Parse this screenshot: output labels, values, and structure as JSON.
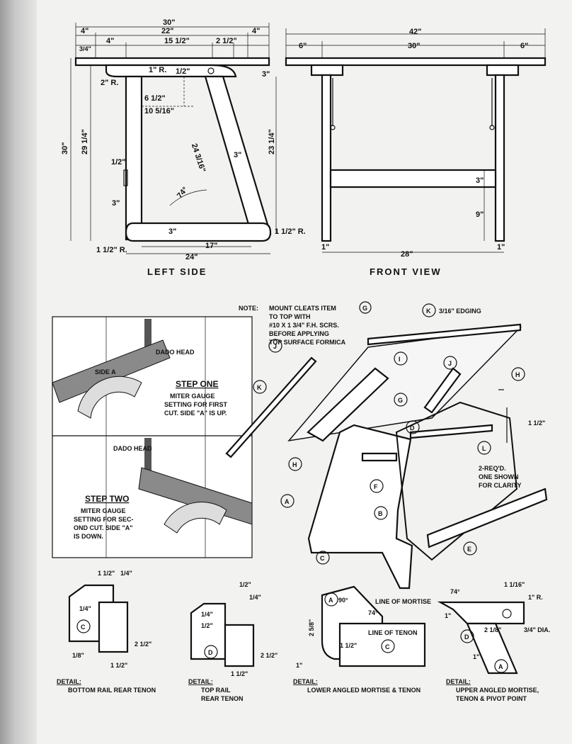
{
  "views": {
    "left_side": {
      "caption": "LEFT SIDE",
      "dims": {
        "d30": "30\"",
        "d4a": "4\"",
        "d22": "22\"",
        "d4b": "4\"",
        "d3q": "3/4\"",
        "d4c": "4\"",
        "d15h": "15 1/2\"",
        "d2h": "2 1/2\"",
        "d1r": "1\" R.",
        "dhalf": "1/2\"",
        "d2r": "2\" R.",
        "d3a": "3\"",
        "d6h": "6 1/2\"",
        "d10": "10 5/16\"",
        "d24": "24 3/16\"",
        "d3b": "3\"",
        "d30v": "30\"",
        "d29": "29 1/4\"",
        "d23": "23 1/4\"",
        "dhalf2": "1/2\"",
        "d74": "74°",
        "d3c": "3\"",
        "d3d": "3\"",
        "d15r": "1 1/2\" R.",
        "d17": "17\"",
        "d12r": "1 1/2\" R.",
        "d24b": "24\""
      }
    },
    "front_view": {
      "caption": "FRONT VIEW",
      "dims": {
        "d42": "42\"",
        "d6a": "6\"",
        "d30": "30\"",
        "d6b": "6\"",
        "d3": "3\"",
        "d9": "9\"",
        "d28": "28\"",
        "d1a": "1\"",
        "d1b": "1\""
      }
    },
    "note": {
      "prefix": "NOTE:",
      "lines": [
        "MOUNT CLEATS ITEM",
        "TO TOP WITH",
        "#10 X 1 3/4\" F.H. SCRS.",
        "BEFORE APPLYING",
        "TOP SURFACE FORMICA"
      ],
      "ref": "G"
    },
    "step_one": {
      "title": "STEP ONE",
      "lines": [
        "MITER GAUGE",
        "SETTING FOR FIRST",
        "CUT. SIDE \"A\" IS UP."
      ],
      "dado": "DADO HEAD",
      "side": "SIDE A"
    },
    "step_two": {
      "title": "STEP TWO",
      "lines": [
        "MITER GAUGE",
        "SETTING FOR SEC-",
        "OND CUT. SIDE \"A\"",
        "IS DOWN."
      ],
      "dado": "DADO HEAD"
    },
    "exploded": {
      "parts": [
        "A",
        "B",
        "C",
        "D",
        "E",
        "F",
        "G",
        "H",
        "H",
        "I",
        "J",
        "J",
        "K",
        "K",
        "L",
        "G"
      ],
      "edging": "3/16\" EDGING",
      "req": [
        "2-REQ'D.",
        "ONE SHOWN",
        "FOR CLARITY"
      ],
      "dim": "1 1/2\""
    },
    "details": [
      {
        "title": "DETAIL:",
        "lines": [
          "BOTTOM RAIL REAR TENON"
        ],
        "part": "C",
        "dims": [
          "1 1/2\"",
          "1/4\"",
          "1/4\"",
          "2 1/2\"",
          "1/8\"",
          "1 1/2\""
        ]
      },
      {
        "title": "DETAIL:",
        "lines": [
          "TOP RAIL",
          "REAR TENON"
        ],
        "part": "D",
        "dims": [
          "1/2\"",
          "1/4\"",
          "1/4\"",
          "1/2\"",
          "2 1/2\"",
          "1 1/2\""
        ]
      },
      {
        "title": "DETAIL:",
        "lines": [
          "LOWER ANGLED MORTISE & TENON"
        ],
        "part_a": "A",
        "part_c": "C",
        "dims": [
          "90°",
          "74°",
          "2 5/8\"",
          "1 1/2\"",
          "1\""
        ],
        "mortise": "LINE OF MORTISE",
        "tenon": "LINE OF TENON"
      },
      {
        "title": "DETAIL:",
        "lines": [
          "UPPER ANGLED MORTISE,",
          "TENON & PIVOT POINT"
        ],
        "part_d": "D",
        "part_a": "A",
        "dims": [
          "74°",
          "1 1/16\"",
          "1\" R.",
          "1\"",
          "2 1/8\"",
          "3/4\" DIA.",
          "1\""
        ]
      }
    ]
  }
}
